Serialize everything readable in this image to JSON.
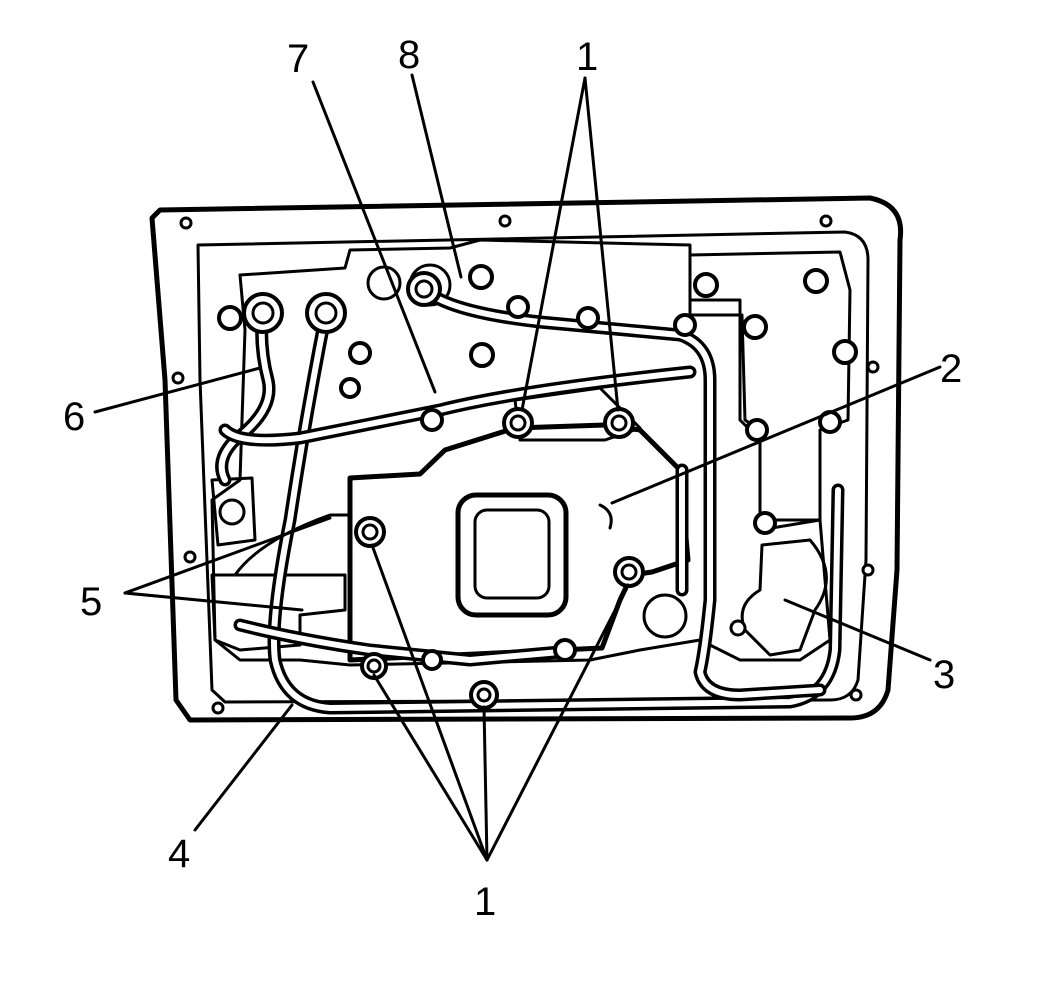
{
  "callouts": {
    "top_left_7": "7",
    "top_8": "8",
    "top_1": "1",
    "right_2": "2",
    "right_3": "3",
    "left_6": "6",
    "left_5": "5",
    "bottom_left_4": "4",
    "bottom_1": "1"
  },
  "colors": {
    "line": "#000000",
    "background": "#ffffff"
  }
}
